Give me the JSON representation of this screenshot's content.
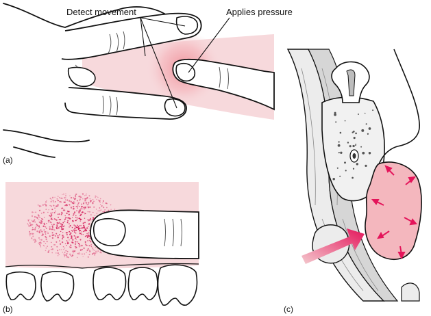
{
  "panels": {
    "a": {
      "letter": "(a)",
      "label_detect": "Detect movement",
      "label_pressure": "Applies pressure"
    },
    "b": {
      "letter": "(b)"
    },
    "c": {
      "letter": "(c)"
    }
  },
  "colors": {
    "pink_fill": "#f7d9dc",
    "pink_glow": "#f0a8ae",
    "red_dots": "#d01050",
    "arrow_red": "#e4145a",
    "arrow_gradient_start": "#f2c2c8",
    "arrow_gradient_end": "#e4145a",
    "gray_tissue": "#cfcfcf",
    "line": "#111111"
  }
}
